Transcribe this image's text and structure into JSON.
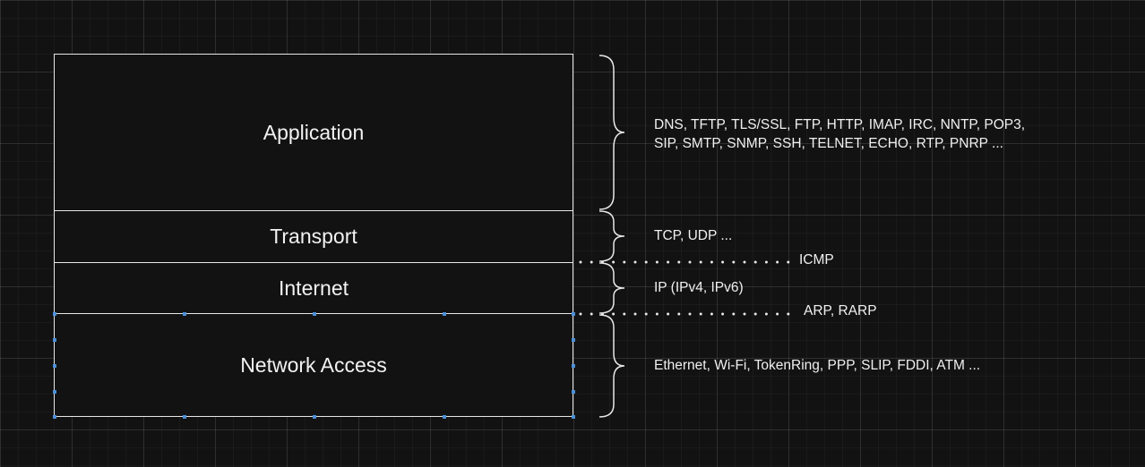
{
  "diagram": {
    "layers": [
      {
        "id": "application",
        "label": "Application",
        "protocols": [
          "DNS, TFTP, TLS/SSL, FTP, HTTP, IMAP, IRC, NNTP, POP3,",
          "SIP, SMTP, SNMP, SSH, TELNET, ECHO, RTP, PNRP ..."
        ]
      },
      {
        "id": "transport",
        "label": "Transport",
        "protocols": [
          "TCP, UDP ..."
        ]
      },
      {
        "id": "internet",
        "label": "Internet",
        "protocols": [
          "IP (IPv4, IPv6)"
        ]
      },
      {
        "id": "network-access",
        "label": "Network Access",
        "protocols": [
          "Ethernet, Wi-Fi, TokenRing, PPP, SLIP, FDDI, ATM ..."
        ]
      }
    ],
    "boundary_protocols": {
      "transport_internet": "ICMP",
      "internet_network_access": "ARP, RARP"
    },
    "colors": {
      "background": "#121212",
      "stroke": "#e8e8e8",
      "text": "#f0f0f0",
      "selection_handle": "#4a90d9"
    },
    "selected_layer": "network-access"
  }
}
